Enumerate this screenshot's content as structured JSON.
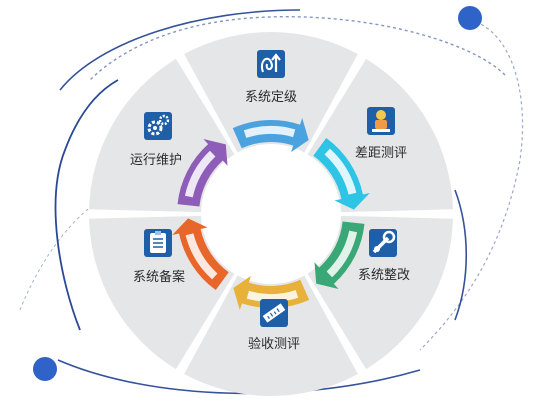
{
  "cycle": {
    "stages": [
      {
        "label": "系统定级",
        "icon": "growth-arrow-icon",
        "arrow_color": "#4aa3df"
      },
      {
        "label": "差距测评",
        "icon": "inspector-worker-icon",
        "arrow_color": "#2ec4e6"
      },
      {
        "label": "系统整改",
        "icon": "wrench-gear-icon",
        "arrow_color": "#3aa776"
      },
      {
        "label": "验收测评",
        "icon": "ruler-icon",
        "arrow_color": "#e8b23a"
      },
      {
        "label": "系统备案",
        "icon": "clipboard-checklist-icon",
        "arrow_color": "#e8662a"
      },
      {
        "label": "运行维护",
        "icon": "gears-icon",
        "arrow_color": "#8e5db8"
      }
    ]
  },
  "colors": {
    "segment_fill": "#e5e6e8",
    "icon_tile": "#1e5fa8",
    "orbit_line": "#1f3f8f",
    "accent_dot": "#2f63c8"
  }
}
